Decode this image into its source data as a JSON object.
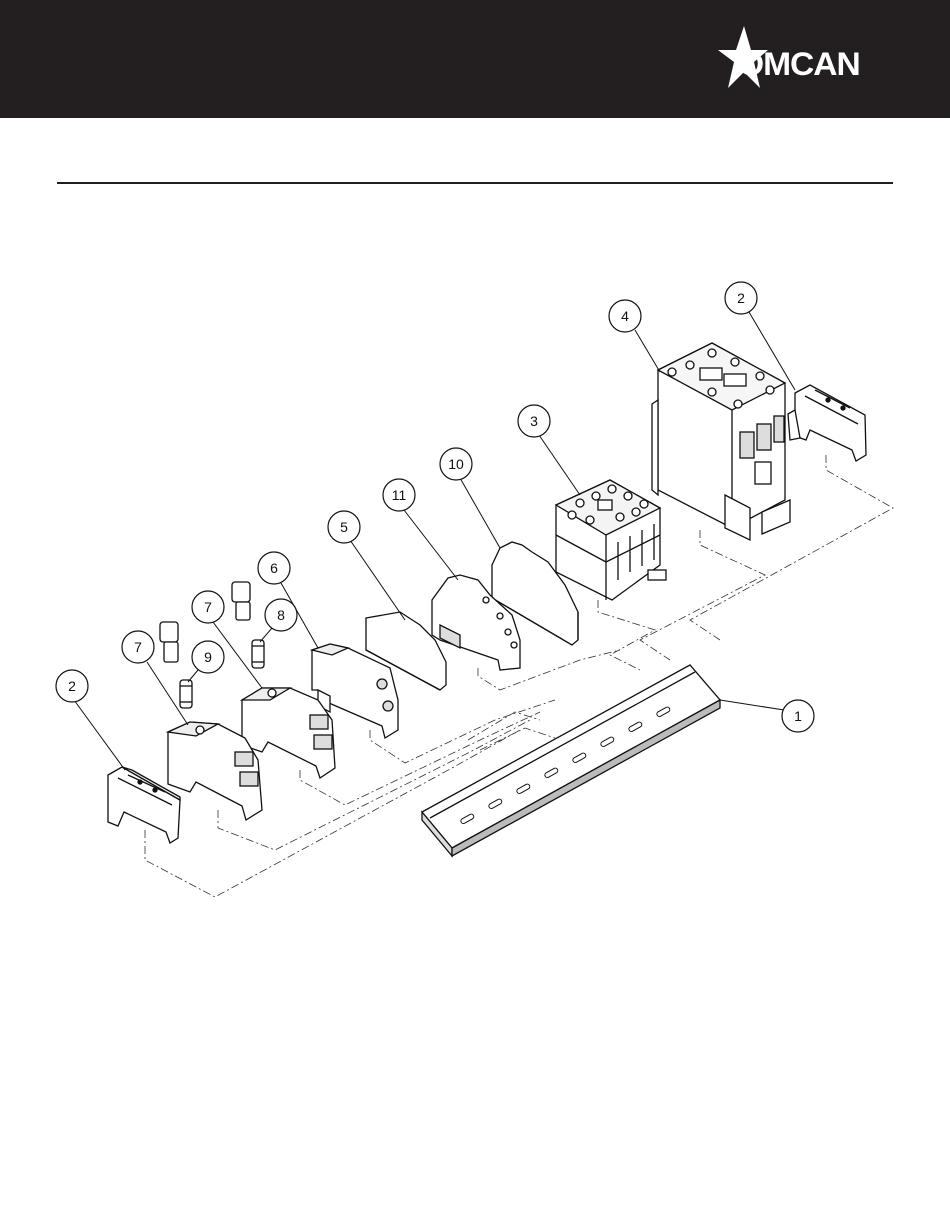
{
  "header": {
    "brand": "OMCAN",
    "background": "#231f20",
    "logo_icon": "star-logo-icon"
  },
  "diagram": {
    "callouts": [
      {
        "id": "c1",
        "label": "1"
      },
      {
        "id": "c2a",
        "label": "2"
      },
      {
        "id": "c2b",
        "label": "2"
      },
      {
        "id": "c3",
        "label": "3"
      },
      {
        "id": "c4",
        "label": "4"
      },
      {
        "id": "c5",
        "label": "5"
      },
      {
        "id": "c6",
        "label": "6"
      },
      {
        "id": "c7a",
        "label": "7"
      },
      {
        "id": "c7b",
        "label": "7"
      },
      {
        "id": "c8",
        "label": "8"
      },
      {
        "id": "c9",
        "label": "9"
      },
      {
        "id": "c10",
        "label": "10"
      },
      {
        "id": "c11",
        "label": "11"
      }
    ]
  }
}
